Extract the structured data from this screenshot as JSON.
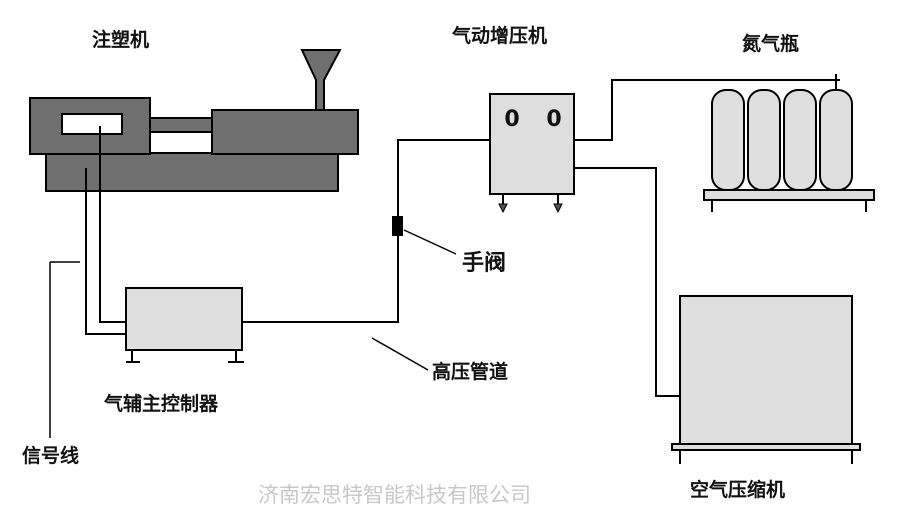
{
  "labels": {
    "injection_machine": "注塑机",
    "booster": "气动增压机",
    "nitrogen": "氮气瓶",
    "manual_valve": "手阀",
    "high_pressure_pipe": "高压管道",
    "controller": "气辅主控制器",
    "signal_line": "信号线",
    "air_compressor": "空气压缩机"
  },
  "booster_gauges": [
    "0",
    "0"
  ],
  "watermark": "济南宏思特智能科技有限公司",
  "colors": {
    "machine": "#6f6f6f",
    "equipment": "#dedede",
    "line": "#000000",
    "watermark": "#c8c8c8"
  }
}
